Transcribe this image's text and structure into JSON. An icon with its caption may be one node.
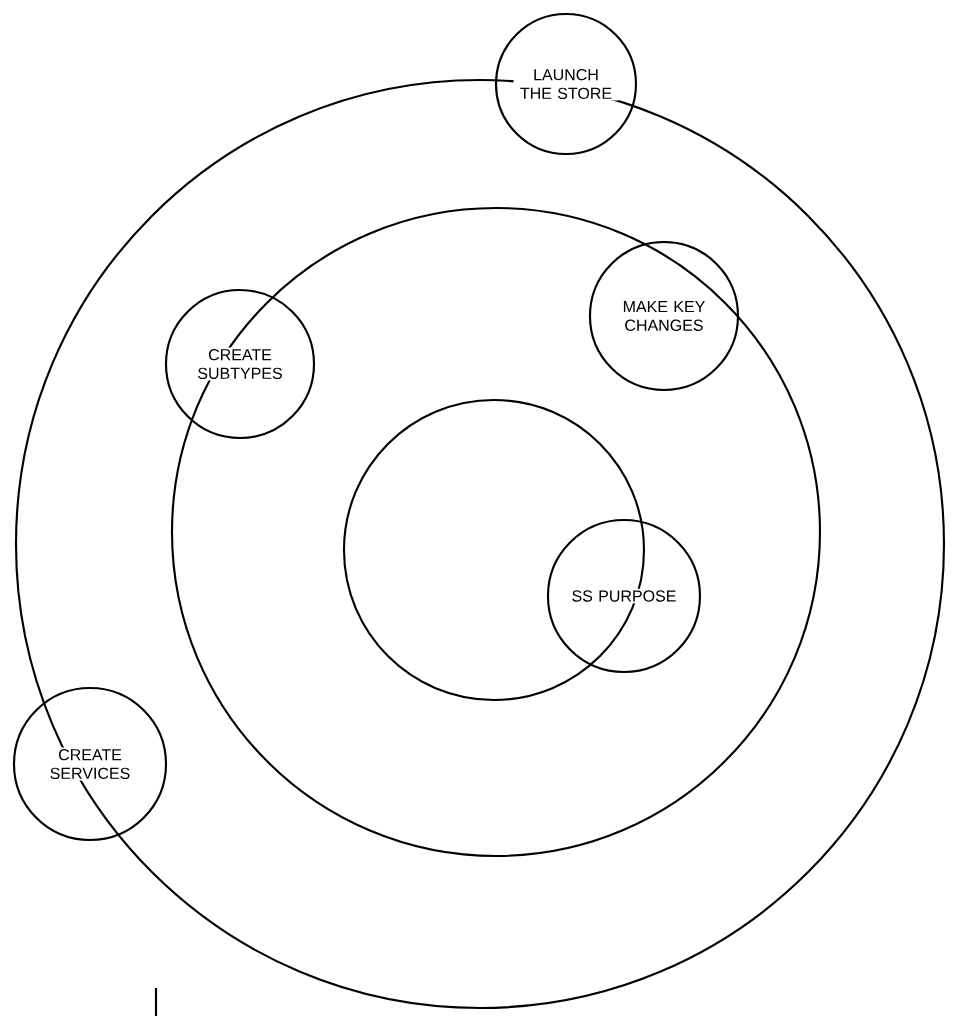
{
  "diagram": {
    "nodes": [
      {
        "text": [],
        "shape": "circle"
      },
      {
        "text": [],
        "shape": "circle",
        "in": 0
      },
      {
        "text": [],
        "shape": "circle",
        "in": 1
      },
      {
        "text": [
          "LAUNCH THE STORE"
        ]
      },
      {
        "text": [
          "MAKE KEY CHANGES"
        ],
        "in": 1
      },
      {
        "text": [
          "CREATE SUBTYPES"
        ],
        "in": 1
      },
      {
        "text": [
          "SS PURPOSE"
        ],
        "in": 1
      },
      {
        "text": [
          "CREATE SERVICES"
        ],
        "in": 0
      }
    ]
  }
}
